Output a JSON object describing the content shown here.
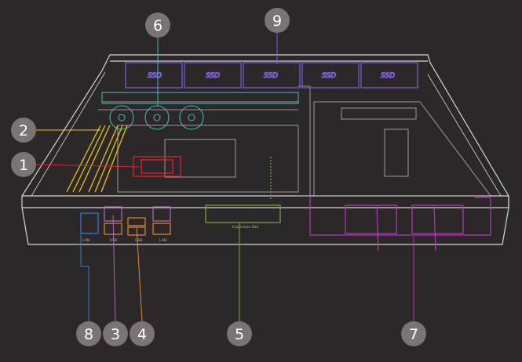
{
  "diagram": {
    "colors": {
      "background": "#2c2728",
      "line": "#d8d3d4",
      "callout_circle": "#7a7475",
      "cpu": "#e0242f",
      "memory": "#e6c419",
      "fans": "#47b3b4",
      "ssd": "#7c5fd6",
      "psu": "#b23ab8",
      "expansion": "#6ea83c",
      "usb_blue": "#2d7fd4",
      "usb_orange": "#e08a2c",
      "lan_purple": "#b268c4"
    },
    "ssd_labels": [
      "SSD",
      "SSD",
      "SSD",
      "SSD",
      "SSD"
    ],
    "port_labels": [
      "LAN",
      "USB",
      "USB",
      "LAN"
    ],
    "expansion_label": "Expansion Slot",
    "callouts": [
      {
        "number": "1",
        "color_key": "cpu"
      },
      {
        "number": "2",
        "color_key": "memory"
      },
      {
        "number": "3",
        "color_key": "lan_purple"
      },
      {
        "number": "4",
        "color_key": "usb_orange"
      },
      {
        "number": "5",
        "color_key": "expansion"
      },
      {
        "number": "6",
        "color_key": "fans"
      },
      {
        "number": "7",
        "color_key": "psu"
      },
      {
        "number": "8",
        "color_key": "usb_blue"
      },
      {
        "number": "9",
        "color_key": "ssd"
      }
    ]
  }
}
